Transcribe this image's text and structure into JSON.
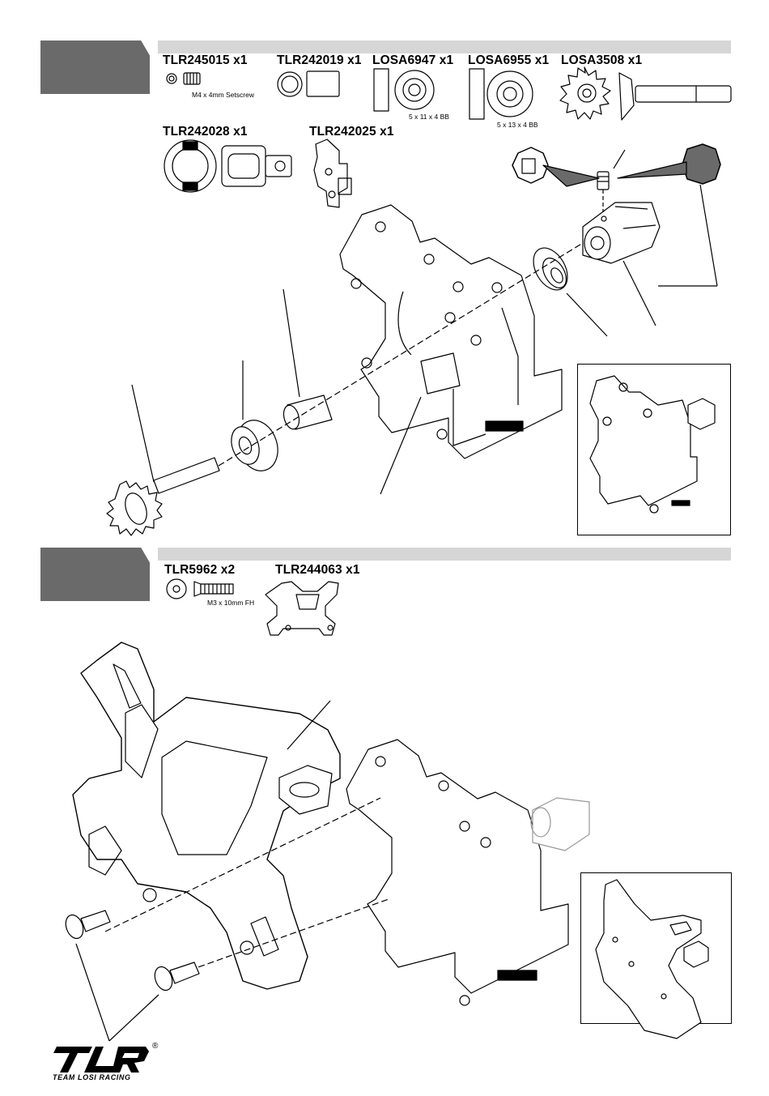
{
  "step1": {
    "parts": [
      {
        "id": "TLR245015 x1",
        "note": "M4 x 4mm Setscrew"
      },
      {
        "id": "TLR242019 x1",
        "note": ""
      },
      {
        "id": "LOSA6947 x1",
        "note": "5 x 11 x 4 BB"
      },
      {
        "id": "LOSA6955 x1",
        "note": "5 x 13 x 4 BB"
      },
      {
        "id": "LOSA3508 x1",
        "note": ""
      },
      {
        "id": "TLR242028 x1",
        "note": ""
      },
      {
        "id": "TLR242025 x1",
        "note": ""
      }
    ]
  },
  "step2": {
    "parts": [
      {
        "id": "TLR5962 x2",
        "note": "M3 x 10mm FH"
      },
      {
        "id": "TLR244063 x1",
        "note": ""
      }
    ]
  },
  "logo": {
    "mark": "TLR",
    "tagline": "TEAM LOSI RACING",
    "registered": "®"
  },
  "icons": {
    "locker": "threadlock-icon",
    "grease": "grease-icon"
  },
  "colors": {
    "tab": "#6a6a6a",
    "bar": "#d6d6d6"
  }
}
